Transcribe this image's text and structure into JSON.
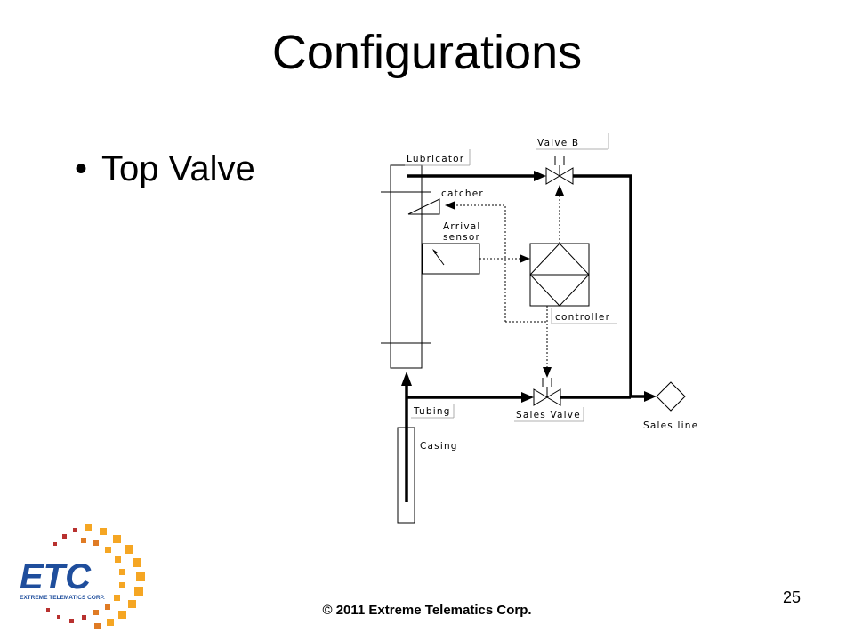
{
  "slide": {
    "title": "Configurations",
    "bullet": "Top Valve",
    "page_number": "25",
    "copyright": "© 2011 Extreme Telematics Corp."
  },
  "diagram": {
    "labels": {
      "lubricator": "Lubricator",
      "valve_b": "Valve B",
      "catcher": "catcher",
      "arrival_sensor_line1": "Arrival",
      "arrival_sensor_line2": "sensor",
      "controller": "controller",
      "tubing": "Tubing",
      "sales_valve": "Sales Valve",
      "sales_line": "Sales line",
      "casing": "Casing"
    }
  },
  "logo": {
    "letters": "ETC",
    "tagline": "EXTREME TELEMATICS CORP.",
    "colors": {
      "blue": "#1f4e9c",
      "orange": "#f5a623",
      "red": "#b8312f"
    }
  }
}
